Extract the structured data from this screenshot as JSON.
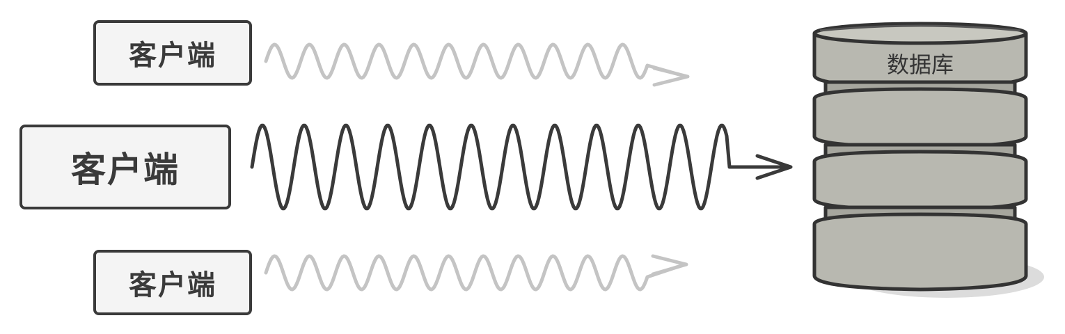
{
  "clients": [
    {
      "id": "top",
      "label": "客户端",
      "activity": "low"
    },
    {
      "id": "middle",
      "label": "客户端",
      "activity": "high"
    },
    {
      "id": "bottom",
      "label": "客户端",
      "activity": "low"
    }
  ],
  "database": {
    "label": "数据库"
  },
  "colors": {
    "outline": "#3a3a3a",
    "box_fill": "#f4f4f4",
    "low_activity_wave": "#c4c4c4",
    "high_activity_wave": "#3a3a3a",
    "db_body": "#b8b8b0",
    "db_shadow": "#dcdcdc"
  }
}
